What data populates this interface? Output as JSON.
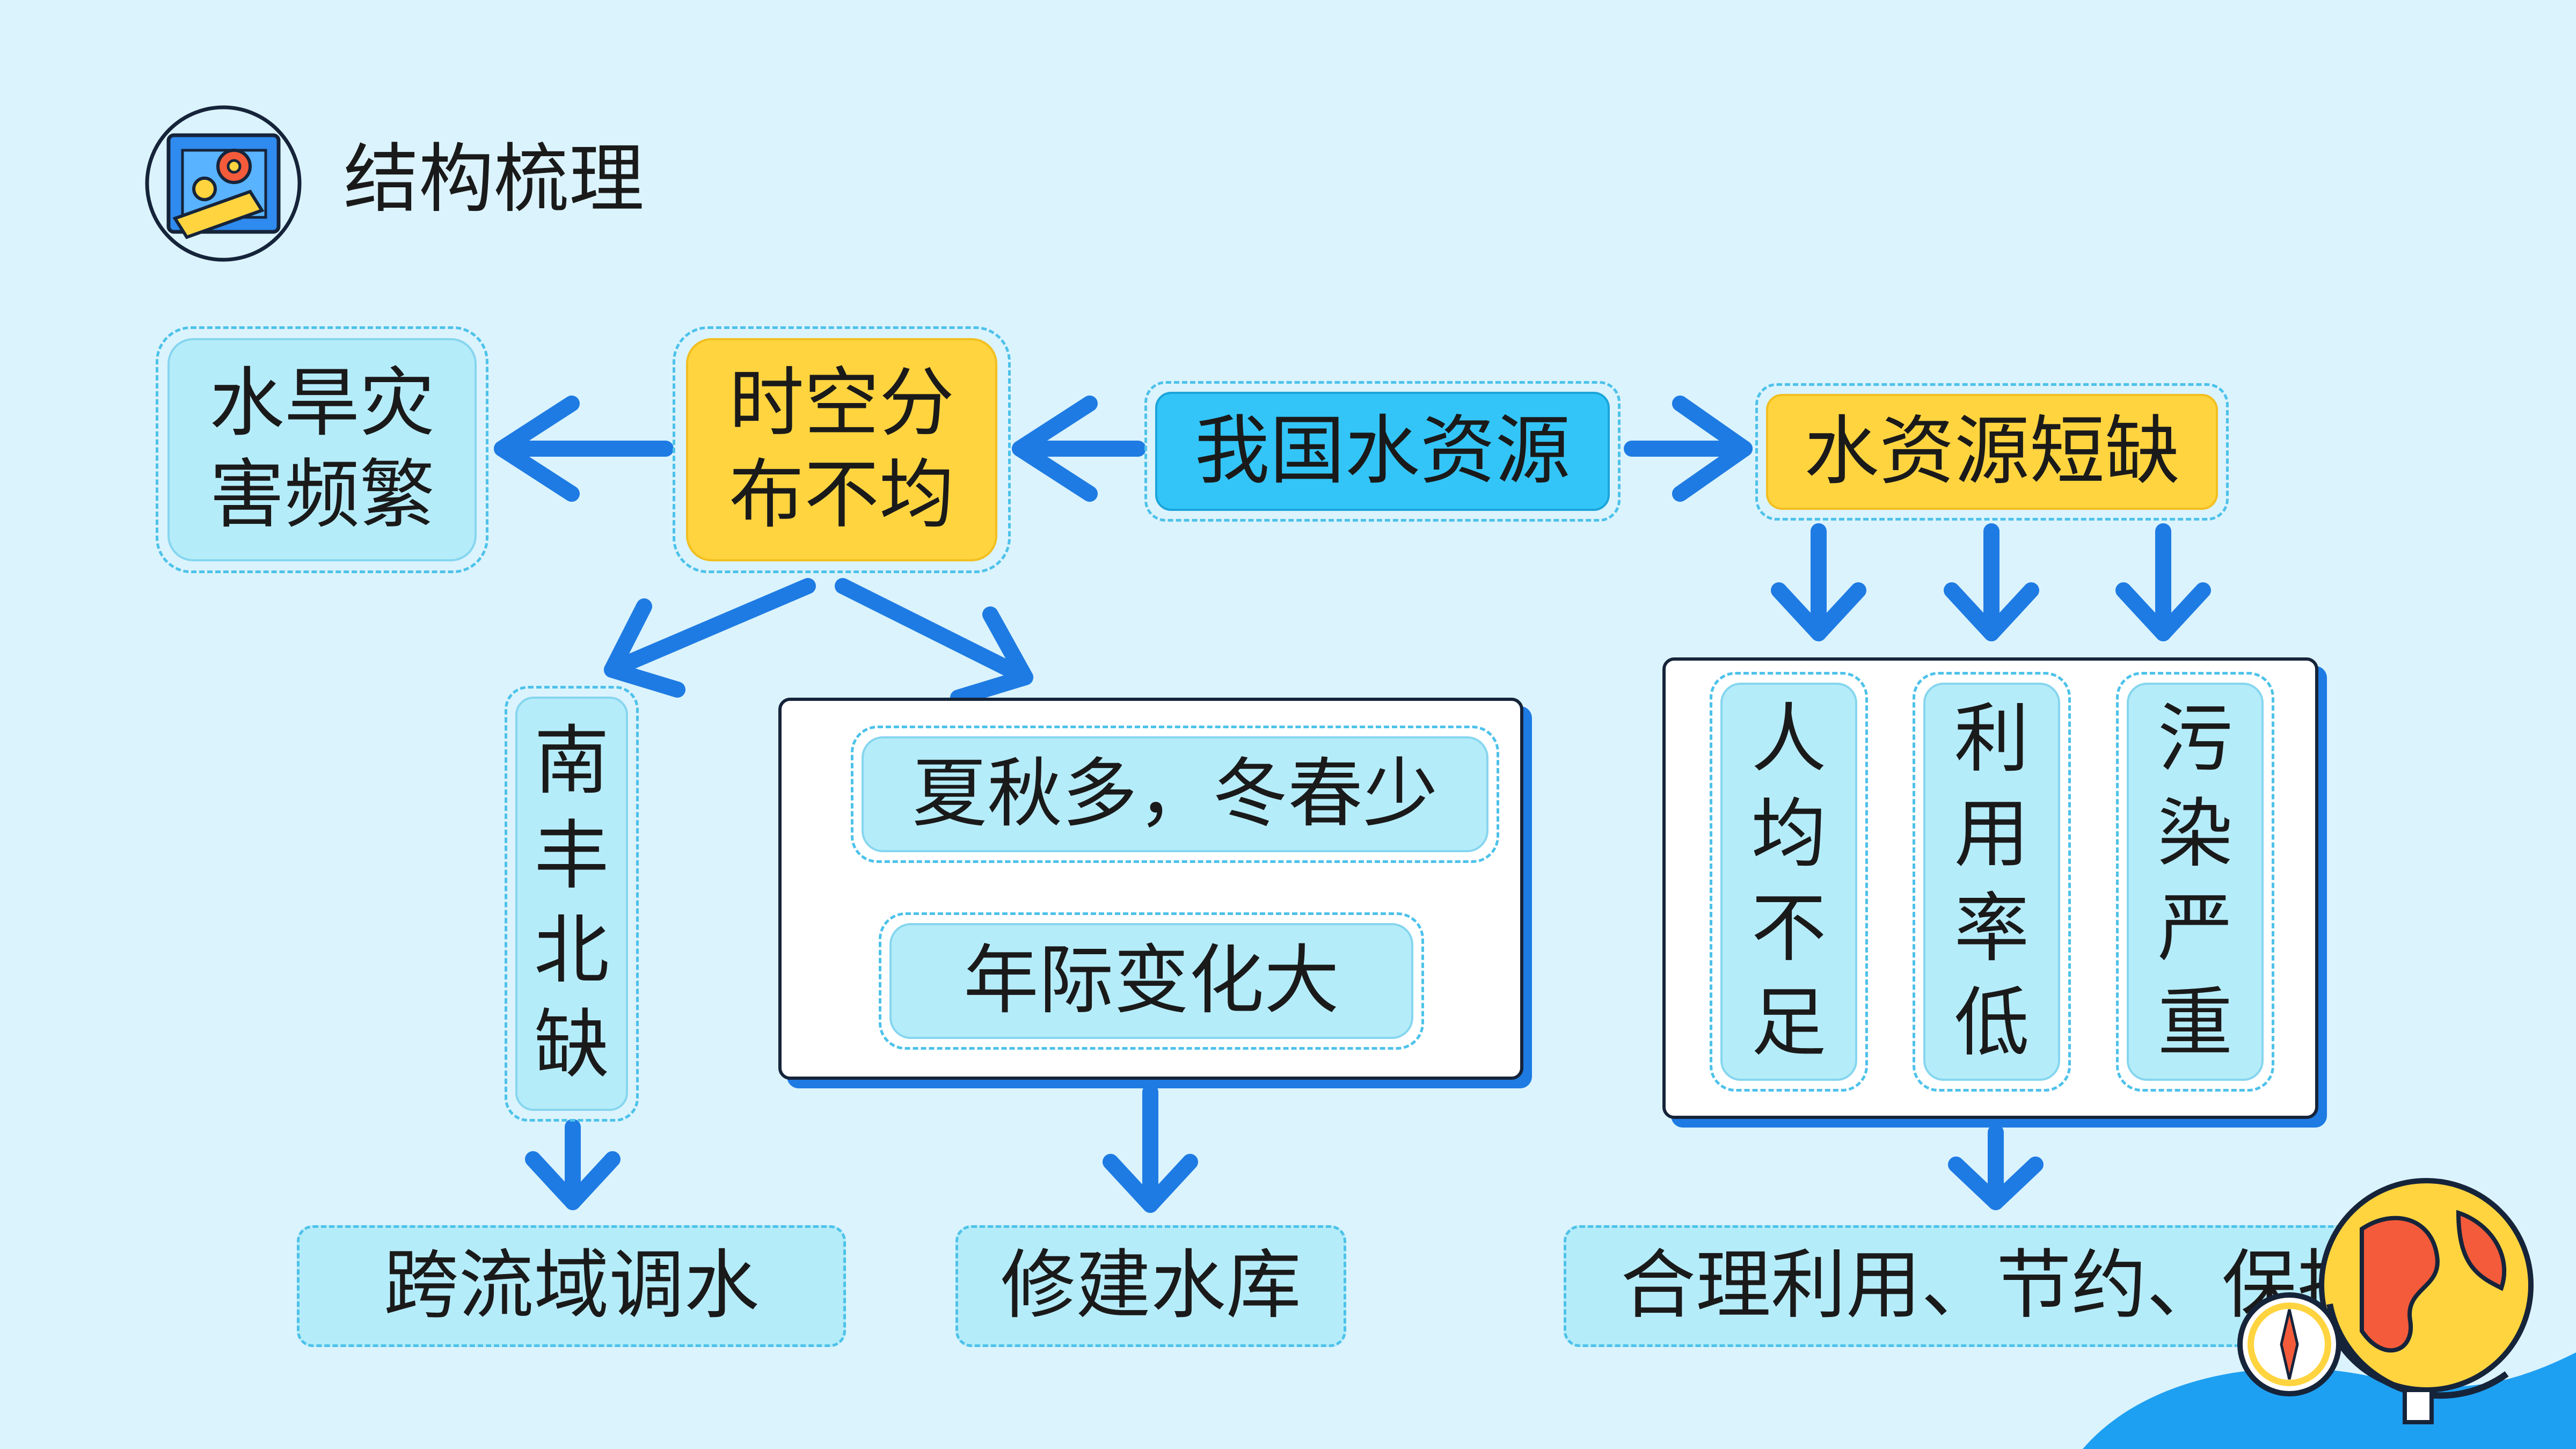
{
  "header": {
    "title": "结构梳理",
    "icon": "gear-blueprint-icon"
  },
  "colors": {
    "background": "#dbf3fd",
    "arrow": "#1e7be3",
    "yellow": "#ffd43f",
    "cyan": "#b5ecf9",
    "blue": "#33c5f7",
    "dashed": "#4dc2ea"
  },
  "nodes": {
    "center": "我国水资源",
    "uneven": "时空分布不均",
    "disaster": "水旱灾害频繁",
    "shortage": "水资源短缺",
    "south_north": "南丰北缺",
    "season": "夏秋多，冬春少",
    "annual": "年际变化大",
    "transfer": "跨流域调水",
    "reservoir": "修建水库",
    "per_capita": "人均不足",
    "low_use": "利用率低",
    "pollution": "污染严重",
    "measures": "合理利用、节约、保护"
  }
}
